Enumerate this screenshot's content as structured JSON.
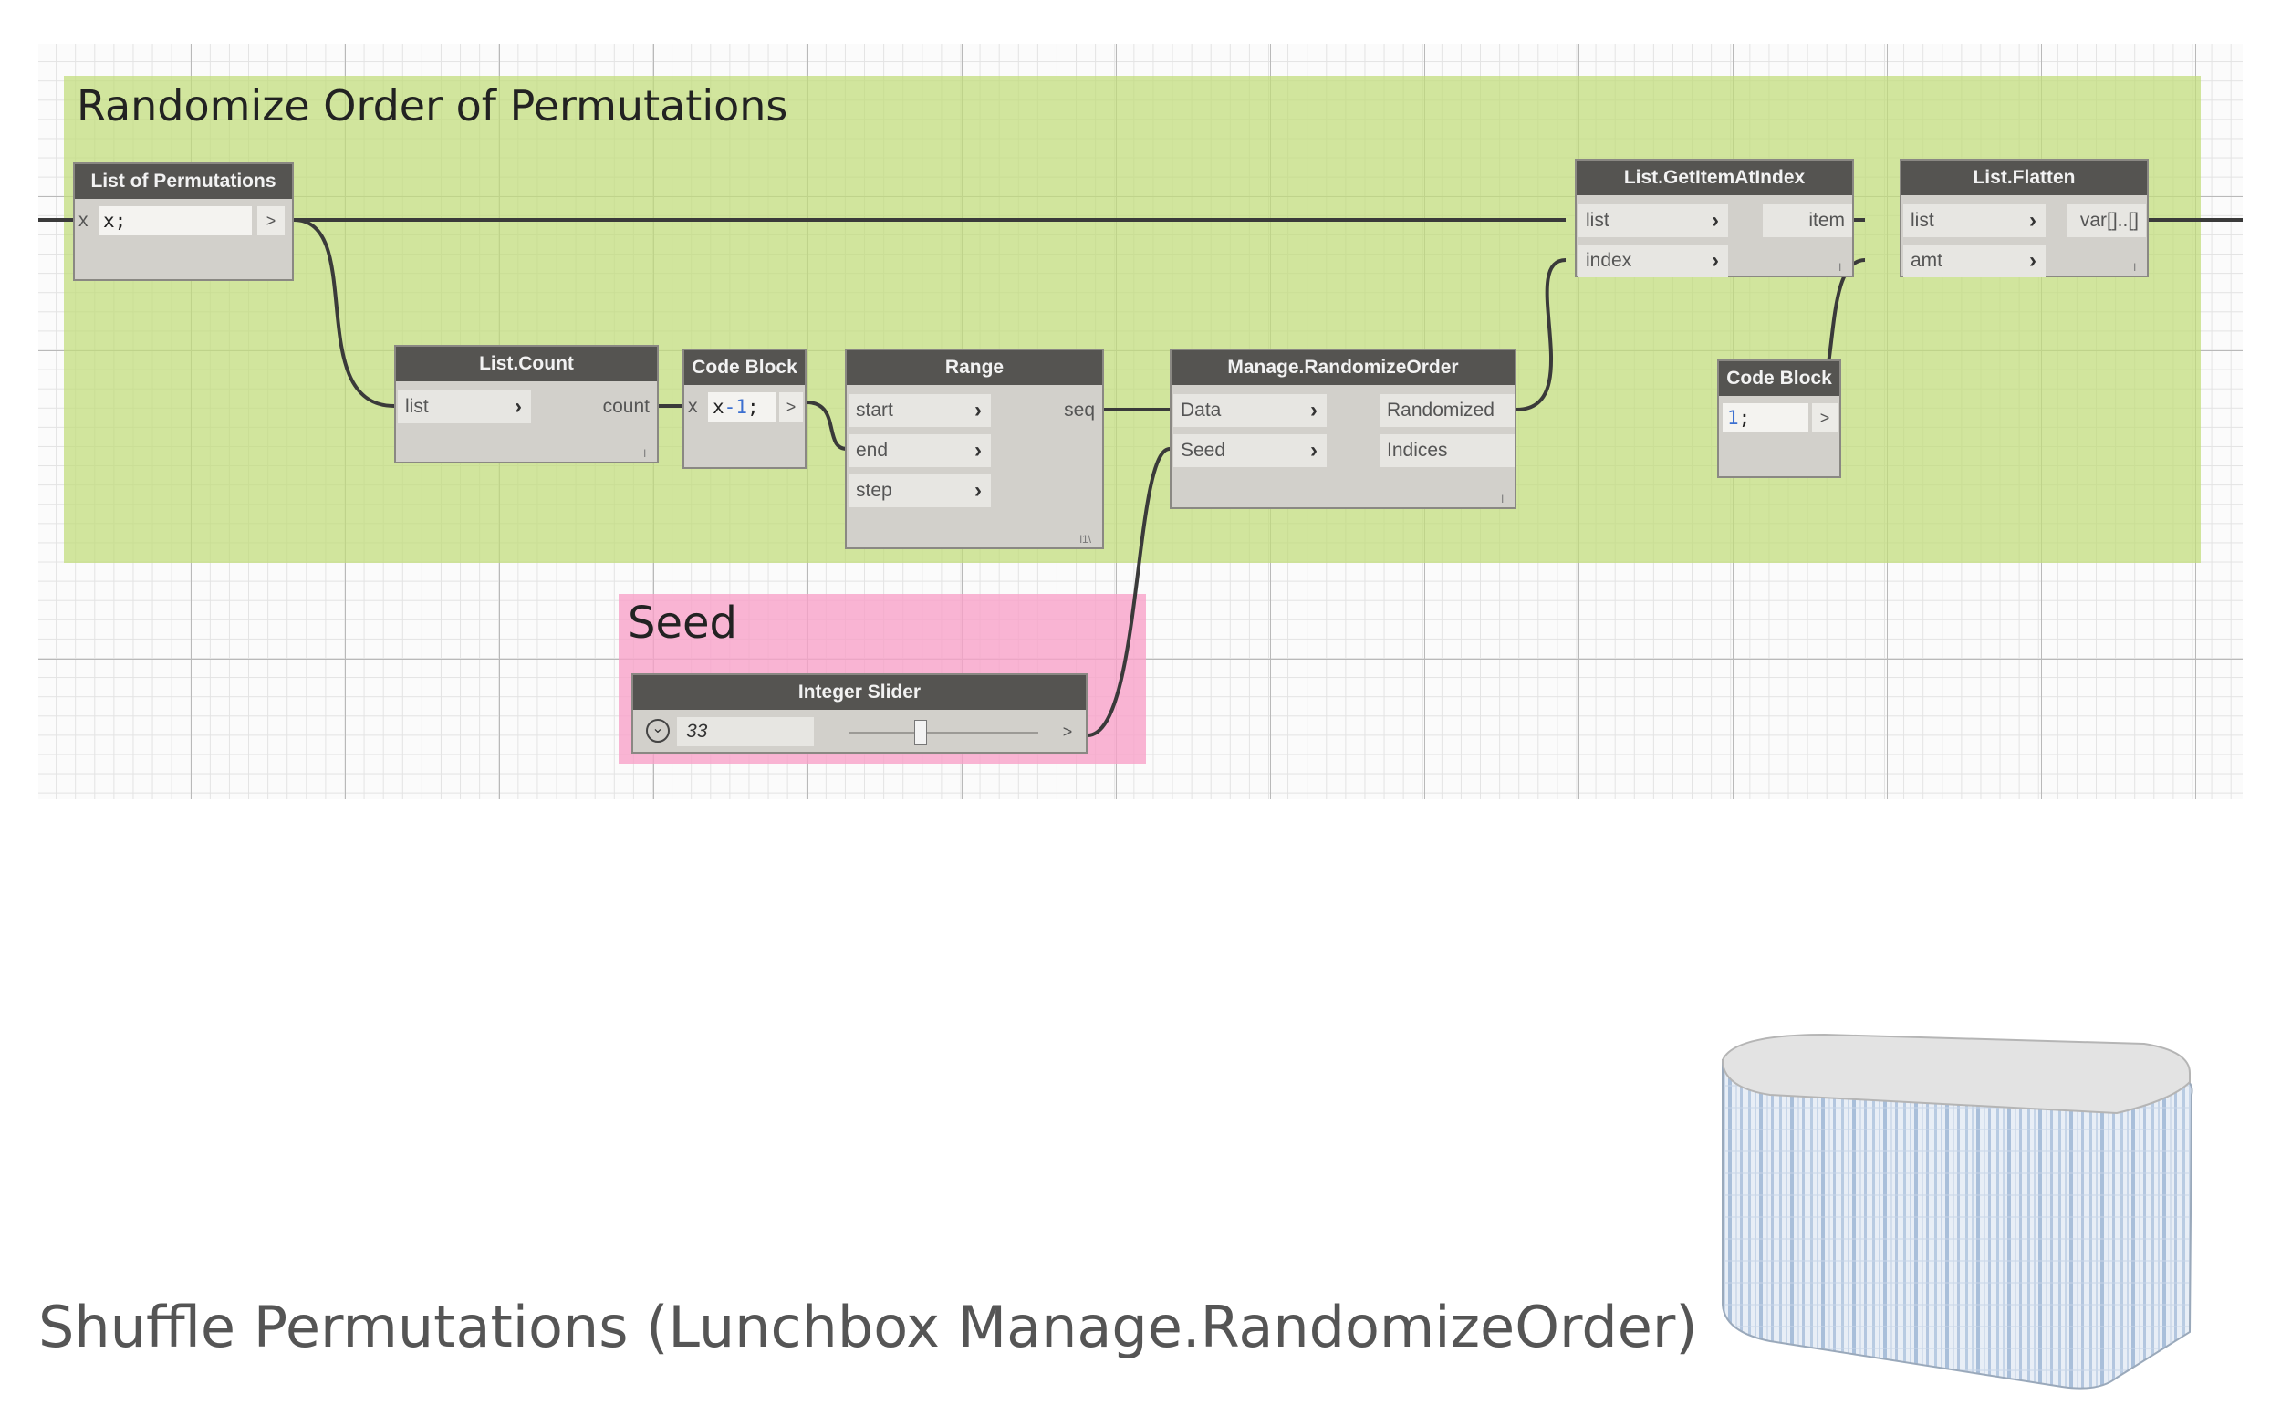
{
  "groups": {
    "main": {
      "title": "Randomize Order of Permutations"
    },
    "seed": {
      "title": "Seed"
    }
  },
  "nodes": {
    "list_of_permutations": {
      "title": "List of Permutations",
      "input": "x",
      "code": "x;",
      "output": ">"
    },
    "list_count": {
      "title": "List.Count",
      "input": "list",
      "output": "count",
      "footer": "l"
    },
    "code_block_1": {
      "title": "Code Block",
      "input": "x",
      "code_var": "x",
      "code_op": "-",
      "code_num": "1",
      "code_end": ";",
      "output": ">"
    },
    "range": {
      "title": "Range",
      "inputs": [
        "start",
        "end",
        "step"
      ],
      "output": "seq",
      "footer": "l1\\"
    },
    "randomize_order": {
      "title": "Manage.RandomizeOrder",
      "inputs": [
        "Data",
        "Seed"
      ],
      "outputs": [
        "Randomized",
        "Indices"
      ],
      "footer": "l"
    },
    "get_item_at_index": {
      "title": "List.GetItemAtIndex",
      "inputs": [
        "list",
        "index"
      ],
      "output": "item",
      "footer": "l"
    },
    "code_block_2": {
      "title": "Code Block",
      "code_num": "1",
      "code_end": ";",
      "output": ">"
    },
    "list_flatten": {
      "title": "List.Flatten",
      "inputs": [
        "list",
        "amt"
      ],
      "output": "var[]..[]",
      "footer": "l"
    },
    "integer_slider": {
      "title": "Integer Slider",
      "value": "33",
      "output": ">",
      "value_fraction": 0.33
    }
  },
  "caption": "Shuffle Permutations (Lunchbox Manage.RandomizeOrder)",
  "icons": {
    "chevron": "chevron-right-icon",
    "slider_toggle": "chevron-down-circle-icon"
  },
  "colors": {
    "group_main": "#c0dc78",
    "group_seed": "#f8a0c8",
    "node_header": "#555451",
    "node_body": "#d2d0cb",
    "wire": "#3a3a3a"
  }
}
